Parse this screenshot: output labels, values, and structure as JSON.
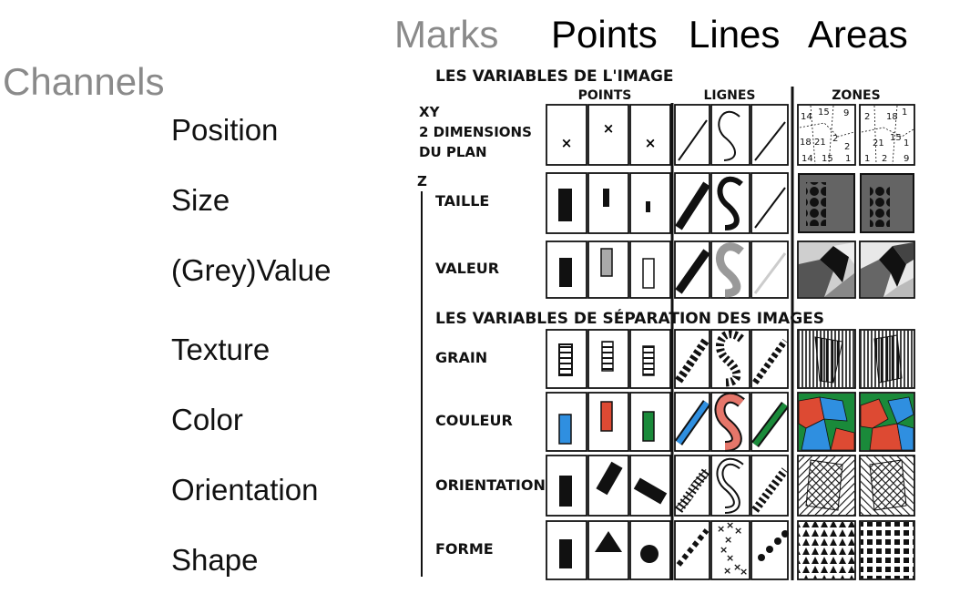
{
  "header": {
    "marks": "Marks",
    "points": "Points",
    "lines": "Lines",
    "areas": "Areas"
  },
  "channels_title": "Channels",
  "channels": [
    "Position",
    "Size",
    "(Grey)Value",
    "Texture",
    "Color",
    "Orientation",
    "Shape"
  ],
  "bertin": {
    "title_image": "LES VARIABLES DE L'IMAGE",
    "title_separation": "LES VARIABLES DE SÉPARATION DES IMAGES",
    "col_points": "POINTS",
    "col_lignes": "LIGNES",
    "col_zones": "ZONES",
    "z_label": "Z",
    "xy_lines": [
      "XY",
      "2 DIMENSIONS",
      "DU PLAN"
    ],
    "row_labels": [
      "TAILLE",
      "VALEUR",
      "GRAIN",
      "COULEUR",
      "ORIENTATION",
      "FORME"
    ],
    "position_numbers_a": [
      "14",
      "15",
      "9",
      "18",
      "21",
      "2",
      "2",
      "14",
      "15",
      "1"
    ],
    "position_numbers_b": [
      "2",
      "18",
      "1",
      "21",
      "15",
      "1",
      "1",
      "2",
      "9"
    ]
  },
  "colors": {
    "blue": "#2f8fe0",
    "red": "#dd4a33",
    "green": "#1a8a3a",
    "grey_header": "#8a8a8a",
    "salmon": "#e5766a"
  },
  "icons": [
    "cross-icon",
    "bar-icon",
    "triangle-icon",
    "circle-icon",
    "line-icon",
    "s-curve-icon",
    "area-pattern-icon"
  ]
}
